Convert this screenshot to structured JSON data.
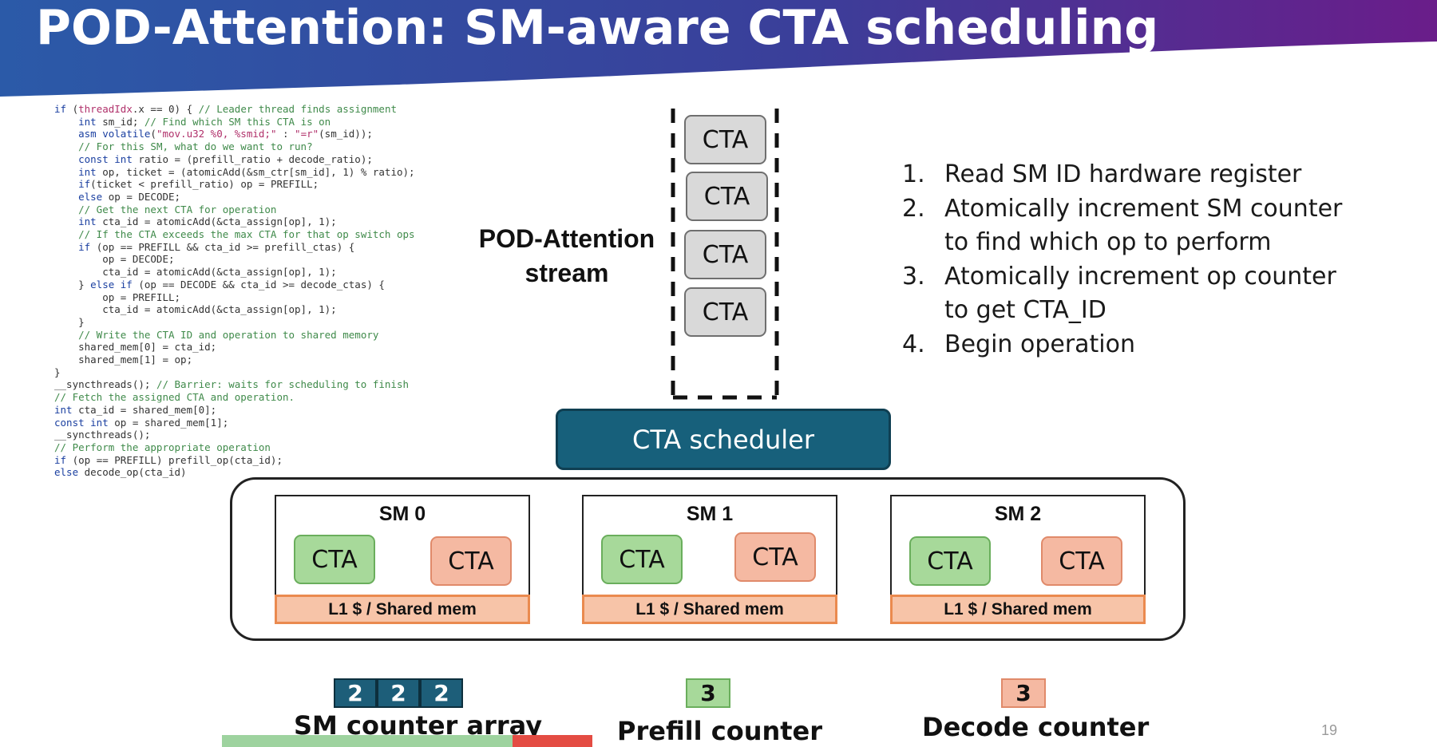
{
  "title": "POD-Attention: SM-aware CTA scheduling",
  "colors": {
    "banner_from": "#2b5aa8",
    "banner_to": "#6a1d8a",
    "scheduler": "#17607b",
    "prefill_cta": "#a7d99a",
    "decode_cta": "#f5b9a2",
    "stream_cta": "#d9d9d9",
    "counter_blue": "#1d5e79"
  },
  "code_lines": [
    [
      [
        "kw",
        "if"
      ],
      [
        "t",
        " ("
      ],
      [
        "st",
        "threadIdx"
      ],
      [
        "t",
        ".x == 0) { "
      ],
      [
        "cm",
        "// Leader thread finds assignment"
      ]
    ],
    [
      [
        "t",
        "    "
      ],
      [
        "kw",
        "int"
      ],
      [
        "t",
        " sm_id; "
      ],
      [
        "cm",
        "// Find which SM this CTA is on"
      ]
    ],
    [
      [
        "t",
        "    "
      ],
      [
        "kw",
        "asm volatile"
      ],
      [
        "t",
        "("
      ],
      [
        "st",
        "\"mov.u32 %0, %smid;\""
      ],
      [
        "t",
        " : "
      ],
      [
        "st",
        "\"=r\""
      ],
      [
        "t",
        "(sm_id));"
      ]
    ],
    [
      [
        "t",
        "    "
      ],
      [
        "cm",
        "// For this SM, what do we want to run?"
      ]
    ],
    [
      [
        "t",
        "    "
      ],
      [
        "kw",
        "const int"
      ],
      [
        "t",
        " ratio = (prefill_ratio + decode_ratio);"
      ]
    ],
    [
      [
        "t",
        "    "
      ],
      [
        "kw",
        "int"
      ],
      [
        "t",
        " op, ticket = (atomicAdd(&sm_ctr[sm_id], 1) % ratio);"
      ]
    ],
    [
      [
        "t",
        "    "
      ],
      [
        "kw",
        "if"
      ],
      [
        "t",
        "(ticket < prefill_ratio) op = PREFILL;"
      ]
    ],
    [
      [
        "t",
        "    "
      ],
      [
        "kw",
        "else"
      ],
      [
        "t",
        " op = DECODE;"
      ]
    ],
    [
      [
        "t",
        "    "
      ],
      [
        "cm",
        "// Get the next CTA for operation"
      ]
    ],
    [
      [
        "t",
        "    "
      ],
      [
        "kw",
        "int"
      ],
      [
        "t",
        " cta_id = atomicAdd(&cta_assign[op], 1);"
      ]
    ],
    [
      [
        "t",
        "    "
      ],
      [
        "cm",
        "// If the CTA exceeds the max CTA for that op switch ops"
      ]
    ],
    [
      [
        "t",
        "    "
      ],
      [
        "kw",
        "if"
      ],
      [
        "t",
        " (op == PREFILL && cta_id >= prefill_ctas) {"
      ]
    ],
    [
      [
        "t",
        "        op = DECODE;"
      ]
    ],
    [
      [
        "t",
        "        cta_id = atomicAdd(&cta_assign[op], 1);"
      ]
    ],
    [
      [
        "t",
        "    } "
      ],
      [
        "kw",
        "else if"
      ],
      [
        "t",
        " (op == DECODE && cta_id >= decode_ctas) {"
      ]
    ],
    [
      [
        "t",
        "        op = PREFILL;"
      ]
    ],
    [
      [
        "t",
        "        cta_id = atomicAdd(&cta_assign[op], 1);"
      ]
    ],
    [
      [
        "t",
        "    }"
      ]
    ],
    [
      [
        "t",
        "    "
      ],
      [
        "cm",
        "// Write the CTA ID and operation to shared memory"
      ]
    ],
    [
      [
        "t",
        "    shared_mem[0] = cta_id;"
      ]
    ],
    [
      [
        "t",
        "    shared_mem[1] = op;"
      ]
    ],
    [
      [
        "t",
        "}"
      ]
    ],
    [
      [
        "t",
        "__syncthreads(); "
      ],
      [
        "cm",
        "// Barrier: waits for scheduling to finish"
      ]
    ],
    [
      [
        "cm",
        "// Fetch the assigned CTA and operation."
      ]
    ],
    [
      [
        "kw",
        "int"
      ],
      [
        "t",
        " cta_id = shared_mem[0];"
      ]
    ],
    [
      [
        "kw",
        "const int"
      ],
      [
        "t",
        " op = shared_mem[1];"
      ]
    ],
    [
      [
        "t",
        "__syncthreads();"
      ]
    ],
    [
      [
        "cm",
        "// Perform the appropriate operation"
      ]
    ],
    [
      [
        "kw",
        "if"
      ],
      [
        "t",
        " (op == PREFILL) prefill_op(cta_id);"
      ]
    ],
    [
      [
        "kw",
        "else"
      ],
      [
        "t",
        " decode_op(cta_id)"
      ]
    ]
  ],
  "stream": {
    "label_line1": "POD-Attention",
    "label_line2": "stream",
    "ctas": [
      "CTA",
      "CTA",
      "CTA",
      "CTA"
    ]
  },
  "scheduler_label": "CTA scheduler",
  "steps": [
    {
      "num": "1.",
      "lines": [
        "Read SM ID hardware register"
      ]
    },
    {
      "num": "2.",
      "lines": [
        "Atomically increment SM counter",
        "to find which op to perform"
      ]
    },
    {
      "num": "3.",
      "lines": [
        "Atomically increment op counter",
        "to get CTA_ID"
      ]
    },
    {
      "num": "4.",
      "lines": [
        "Begin operation"
      ]
    }
  ],
  "sms": [
    {
      "name": "SM 0",
      "prefill_cta": "CTA",
      "decode_cta": "CTA",
      "cache_label": "L1 $ / Shared mem"
    },
    {
      "name": "SM 1",
      "prefill_cta": "CTA",
      "decode_cta": "CTA",
      "cache_label": "L1 $ / Shared mem"
    },
    {
      "name": "SM 2",
      "prefill_cta": "CTA",
      "decode_cta": "CTA",
      "cache_label": "L1 $ / Shared mem"
    }
  ],
  "counters": {
    "sm_counter_array": {
      "values": [
        "2",
        "2",
        "2"
      ],
      "label": "SM counter array"
    },
    "prefill_counter": {
      "value": "3",
      "label": "Prefill counter"
    },
    "decode_counter": {
      "value": "3",
      "label": "Decode counter"
    }
  },
  "page_number": "19"
}
